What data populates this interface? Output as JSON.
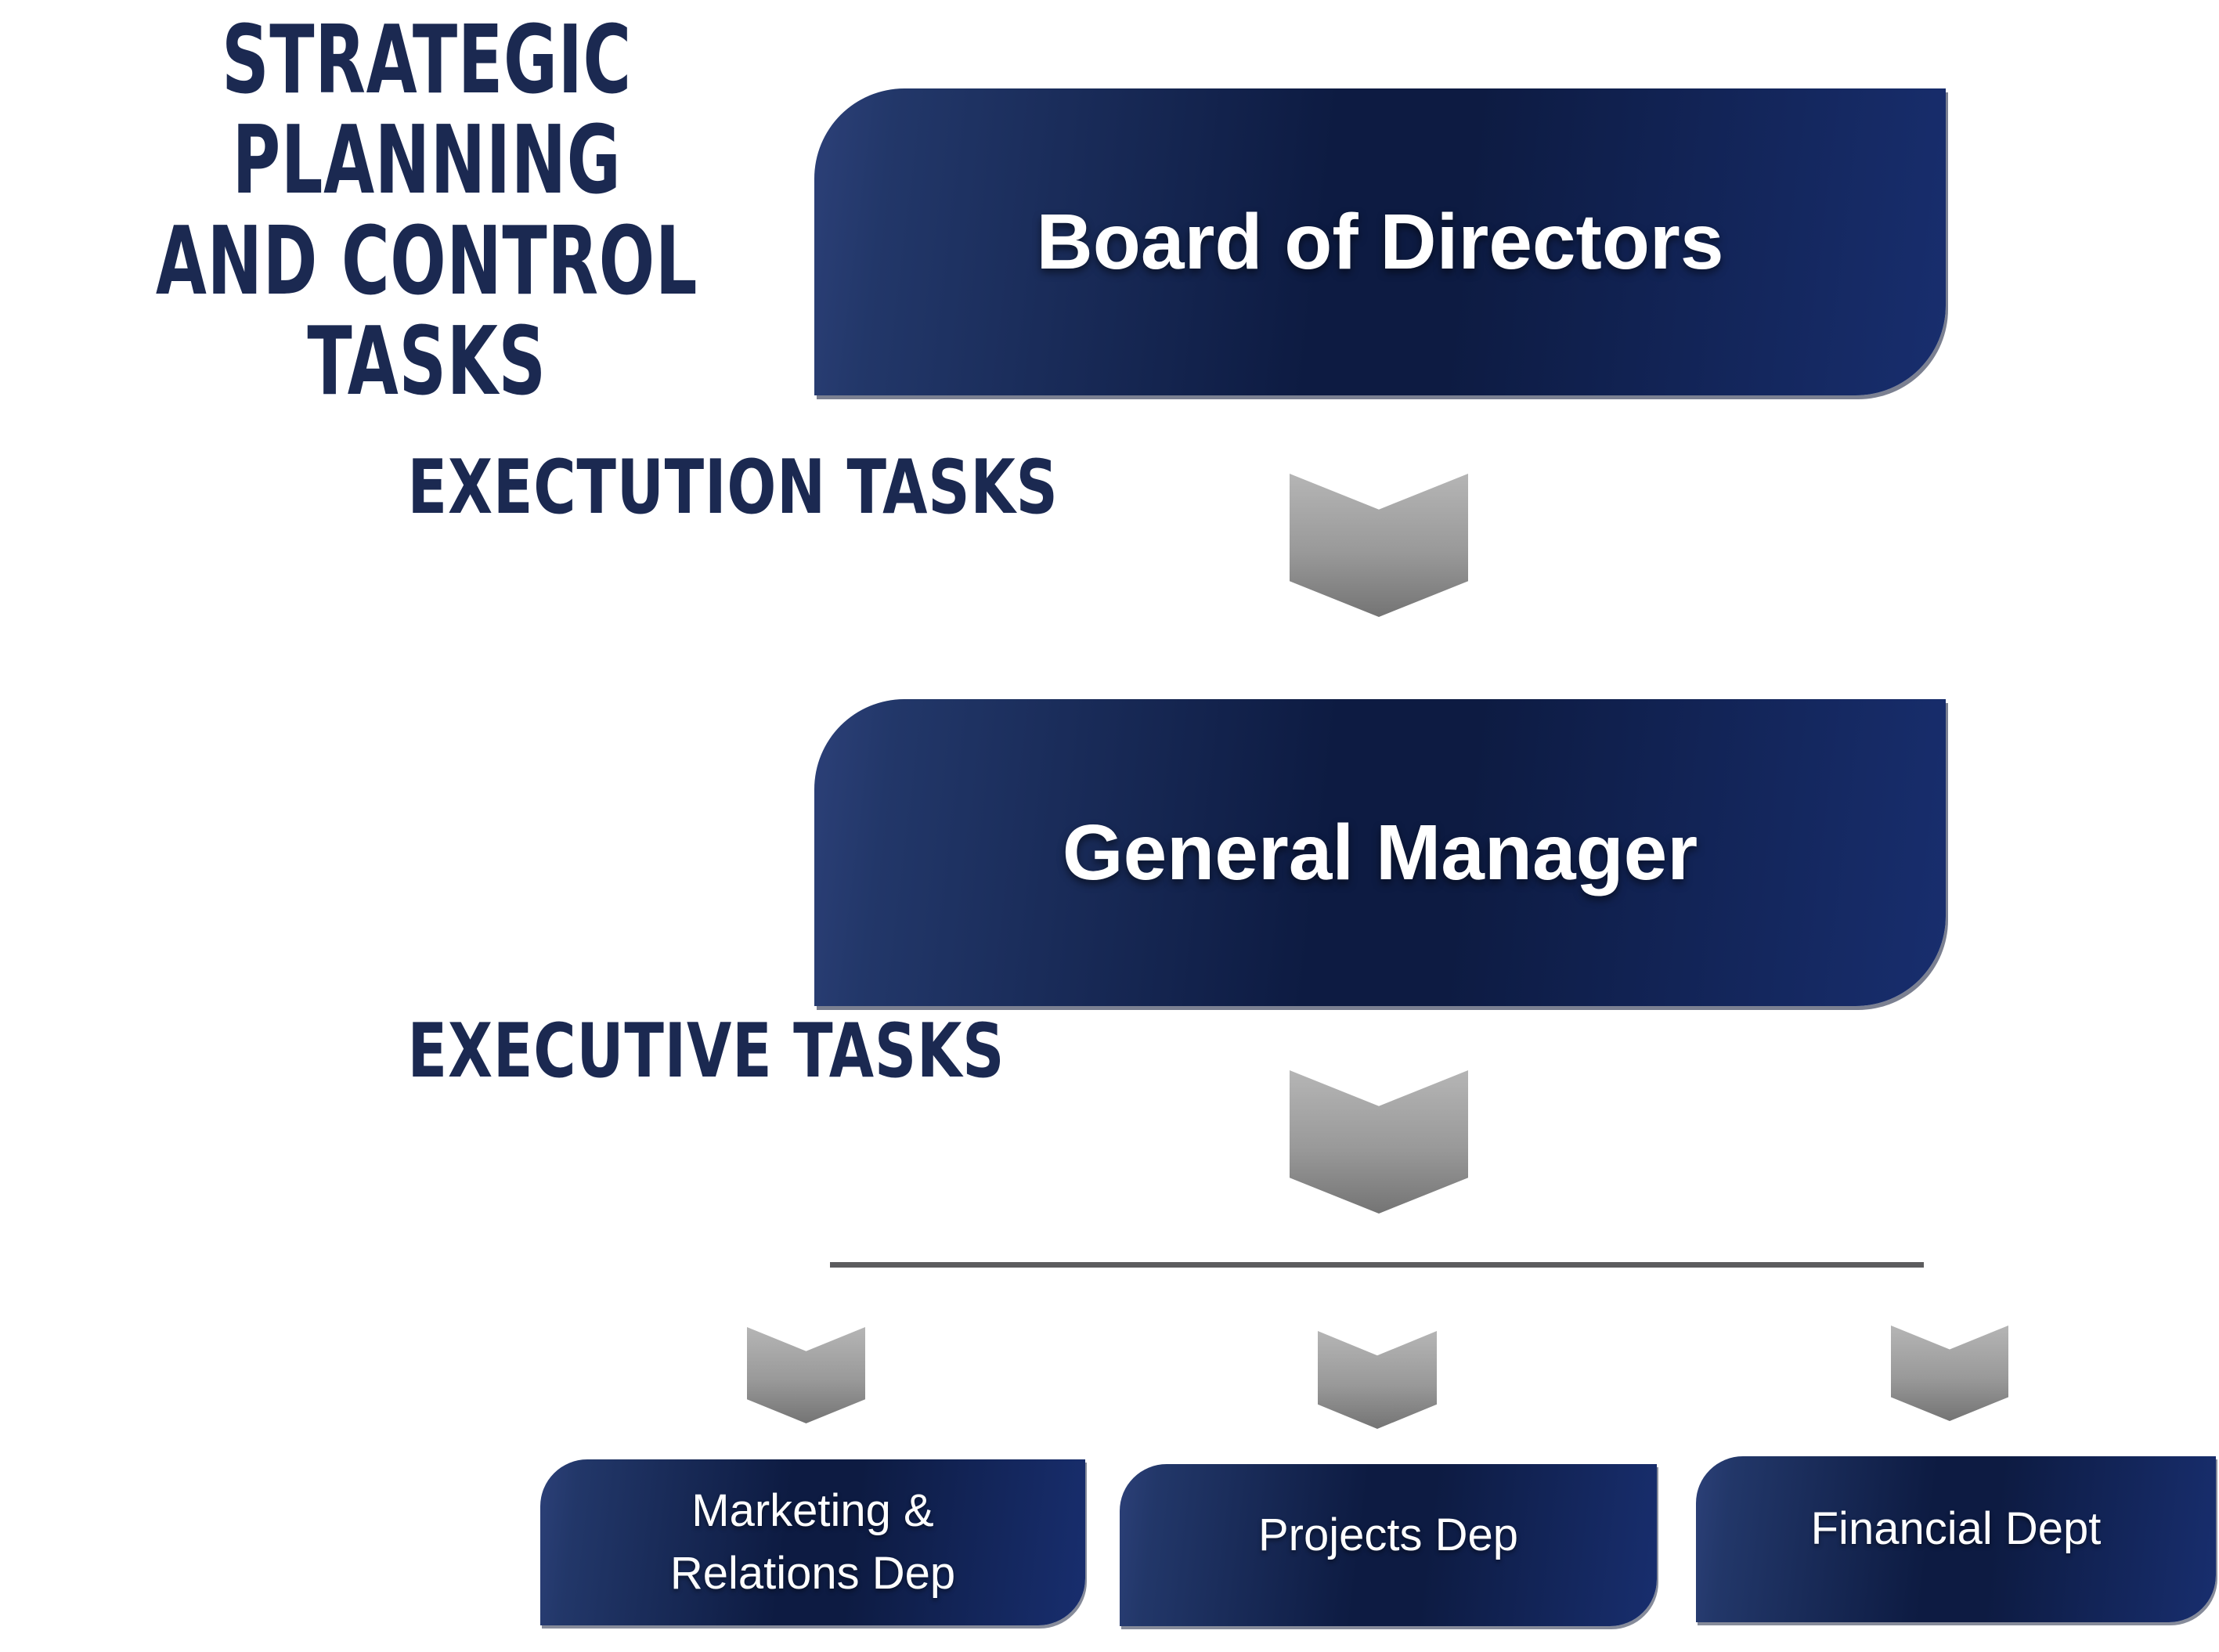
{
  "annotations": {
    "strategic": {
      "line1": "STRATEGIC PLANNING",
      "line2": "AND CONTROL TASKS"
    },
    "exectution": "EXECTUTION TASKS",
    "executive": "EXECUTIVE TASKS"
  },
  "org": {
    "board": {
      "title": "Board of Directors"
    },
    "general_manager": {
      "title": "General Manager"
    },
    "departments": [
      {
        "line1": "Marketing &",
        "line2": "Relations Dep"
      },
      {
        "line1": "Projects Dep",
        "line2": ""
      },
      {
        "line1": "Financial Dept",
        "line2": ""
      }
    ]
  },
  "icons": {
    "flow_arrow": "chevron-down"
  },
  "colors": {
    "heading_navy": "#1b2951",
    "box_gradient_left": "#2c4078",
    "box_gradient_dark": "#0d1b42",
    "box_gradient_right": "#182e6e",
    "box_text": "#ffffff",
    "chevron_top": "#b5b5b5",
    "chevron_bottom": "#747474",
    "divider_gray": "#5c5c5e",
    "background": "#ffffff"
  }
}
